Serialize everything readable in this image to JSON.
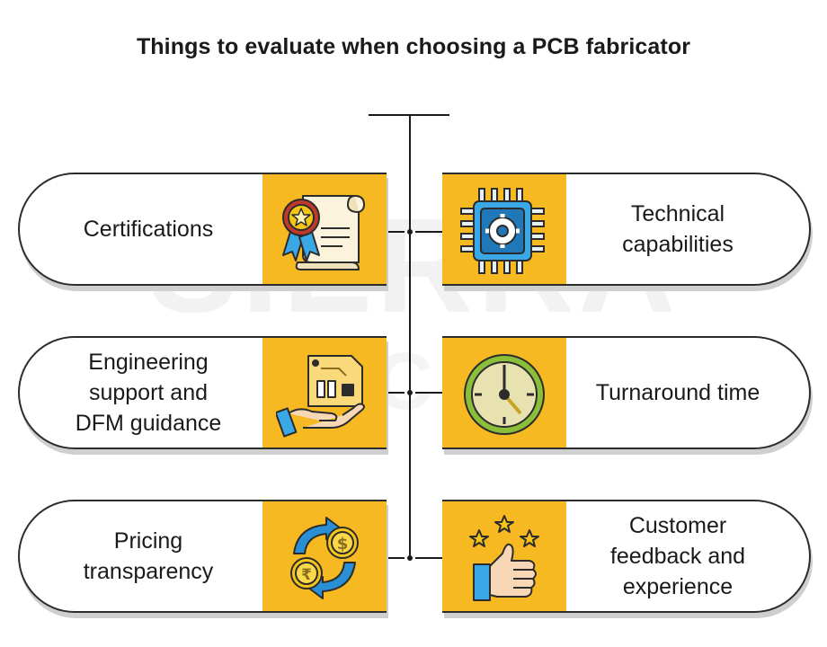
{
  "title": "Things to evaluate when choosing a PCB fabricator",
  "items": {
    "certifications": "Certifications",
    "technical": "Technical\ncapabilities",
    "engineering": "Engineering\nsupport and\nDFM guidance",
    "turnaround": "Turnaround time",
    "pricing": "Pricing\ntransparency",
    "feedback": "Customer\nfeedback and\nexperience"
  },
  "colors": {
    "tile": "#f6b922",
    "outline": "#2c2c2c",
    "shadow": "#cfcfcf",
    "chip_blue": "#3aa7e6",
    "clock_green": "#8bbf3a",
    "coin_gold": "#f5c518",
    "arrow_blue": "#2b8fd6"
  },
  "icons": {
    "certifications": "certificate-scroll-icon",
    "technical": "chip-gear-icon",
    "engineering": "hand-holding-pcb-icon",
    "turnaround": "clock-icon",
    "pricing": "currency-exchange-icon",
    "feedback": "thumbs-up-stars-icon"
  }
}
